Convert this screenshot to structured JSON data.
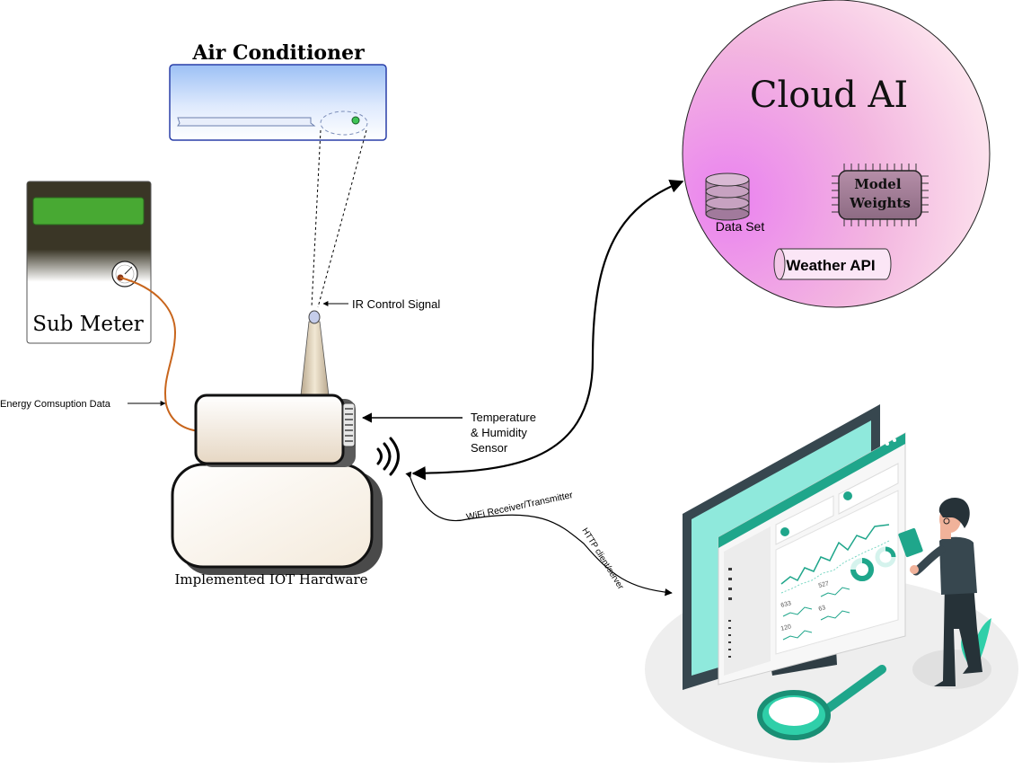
{
  "air_conditioner": {
    "title": "Air Conditioner"
  },
  "sub_meter": {
    "label": "Sub Meter"
  },
  "cloud": {
    "title": "Cloud AI",
    "data_set_label": "Data Set",
    "model_weights_line1": "Model",
    "model_weights_line2": "Weights",
    "weather_api_label": "Weather API"
  },
  "iot": {
    "label": "Implemented IOT Hardware"
  },
  "labels": {
    "ir_signal": "IR Control Signal",
    "energy_data": "Energy Comsuption Data",
    "temp_sensor_line1": "Temperature",
    "temp_sensor_line2": "& Humidity",
    "temp_sensor_line3": "Sensor",
    "wifi": "WiFi Receiver/Transmitter",
    "http": "HTTP client/server"
  },
  "dashboard": {
    "stat_1": "633",
    "stat_2": "527",
    "stat_3": "120",
    "stat_4": "63"
  }
}
